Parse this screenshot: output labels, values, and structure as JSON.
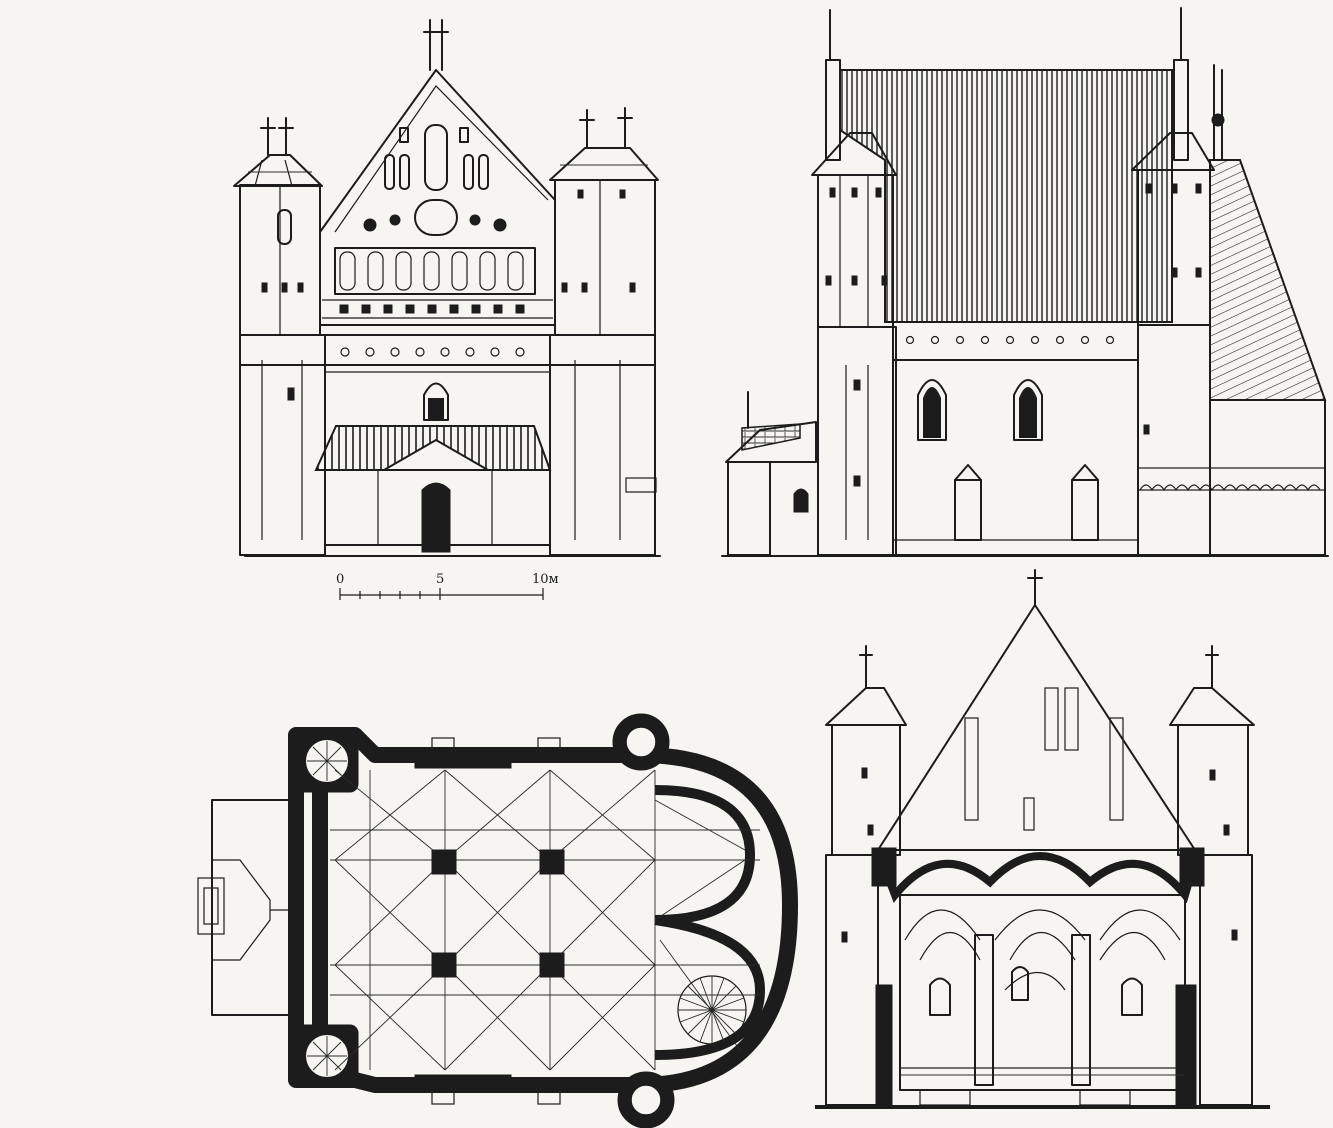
{
  "scale_bar": {
    "tick_0": "0",
    "tick_5": "5",
    "tick_10": "10м"
  }
}
